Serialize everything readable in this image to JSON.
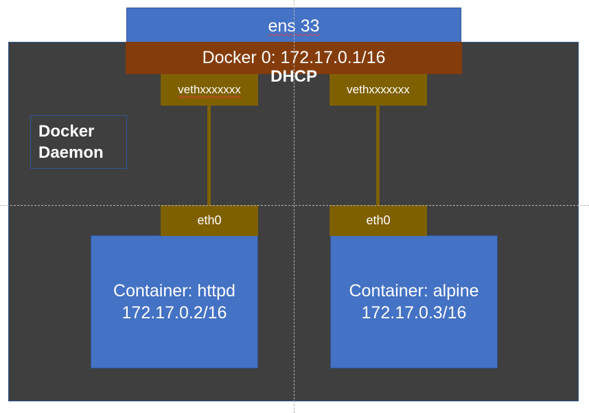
{
  "ens": {
    "label": "ens 33"
  },
  "bridge": {
    "label": "Docker 0: 172.17.0.1/16"
  },
  "dhcp": {
    "label": "DHCP"
  },
  "daemon": {
    "line1": "Docker",
    "line2": "Daemon"
  },
  "veth": [
    {
      "label": "vethxxxxxxx"
    },
    {
      "label": "vethxxxxxxx"
    }
  ],
  "eth": [
    {
      "label": "eth0"
    },
    {
      "label": "eth0"
    }
  ],
  "containers": [
    {
      "name": "Container: httpd",
      "ip": "172.17.0.2/16"
    },
    {
      "name": "Container: alpine",
      "ip": "172.17.0.3/16"
    }
  ],
  "colors": {
    "host_bg": "#3f3f3f",
    "blue": "#4472c4",
    "bridge": "#843c0c",
    "veth": "#7f6000"
  }
}
